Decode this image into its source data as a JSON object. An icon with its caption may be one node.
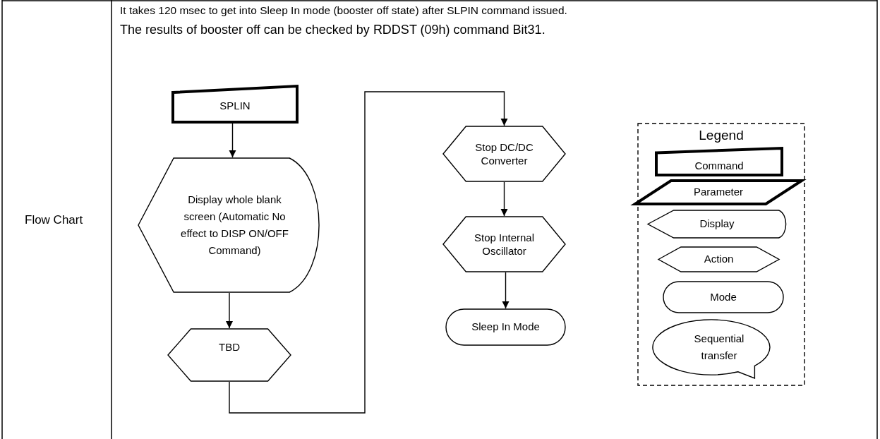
{
  "diagram": {
    "nodes": [
      {
        "text": [
          "SPLIN"
        ]
      },
      {
        "text": [
          "Display whole blank screen (Automatic No effect to DISP ON/OFF Command)"
        ]
      },
      {
        "text": [
          "TBD"
        ]
      },
      {
        "text": [
          "Stop DC/DC Converter"
        ]
      },
      {
        "text": [
          "Stop Internal Oscillator"
        ]
      },
      {
        "text": [
          "Sleep In Mode"
        ]
      },
      {
        "text": [
          "Legend"
        ]
      },
      {
        "text": [
          "Command"
        ],
        "in": 6
      },
      {
        "text": [
          "Parameter"
        ],
        "in": 6
      },
      {
        "text": [
          "Display"
        ],
        "in": 6
      },
      {
        "text": [
          "Action"
        ],
        "in": 6
      },
      {
        "text": [
          "Mode"
        ],
        "in": 6
      },
      {
        "text": [
          "Sequential transfer"
        ],
        "in": 6
      }
    ],
    "edges": [
      {
        "from": 0,
        "to": 1,
        "arrow": "to"
      },
      {
        "from": 1,
        "to": 2,
        "arrow": "to"
      },
      {
        "from": 2,
        "to": 3,
        "arrow": "to"
      },
      {
        "from": 3,
        "to": 4,
        "arrow": "to"
      },
      {
        "from": 4,
        "to": 5,
        "arrow": "to"
      }
    ],
    "labels": [
      "It takes 120 msec to get into Sleep In mode (booster off state) after SLPIN command issued.",
      "The results of booster off can be checked by RDDST (09h) command Bit31.",
      "Flow Chart"
    ]
  }
}
